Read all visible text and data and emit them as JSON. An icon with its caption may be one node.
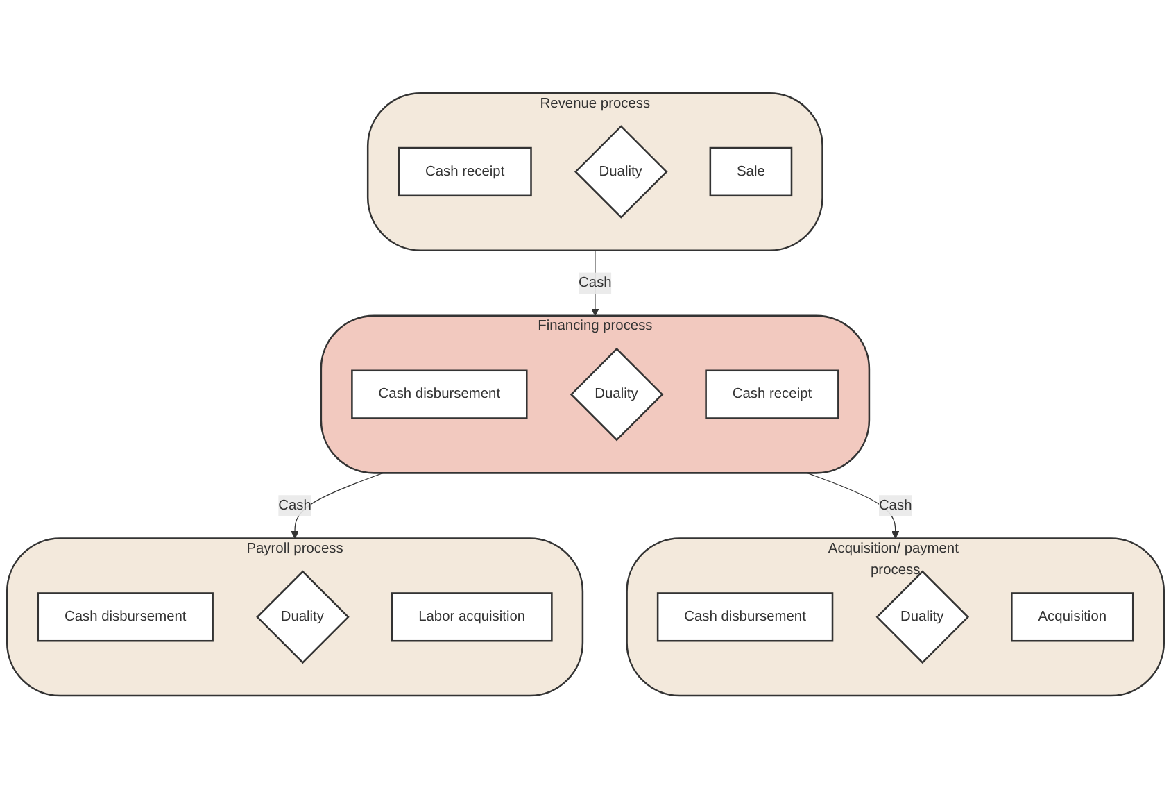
{
  "diagram": {
    "nodes": [
      {
        "text": [
          "Financing process"
        ]
      },
      {
        "text": [
          "Cash disbursement"
        ],
        "in": 0
      },
      {
        "text": [
          "Duality"
        ],
        "in": 0
      },
      {
        "text": [
          "Cash receipt"
        ],
        "in": 0
      },
      {
        "text": [
          "Revenue process"
        ]
      },
      {
        "text": [
          "Cash receipt"
        ],
        "in": 4
      },
      {
        "text": [
          "Duality"
        ],
        "in": 4
      },
      {
        "text": [
          "Sale"
        ],
        "in": 4
      },
      {
        "text": [
          "Payroll process"
        ]
      },
      {
        "text": [
          "Cash disbursement"
        ],
        "in": 8
      },
      {
        "text": [
          "Duality"
        ],
        "in": 8
      },
      {
        "text": [
          "Labor acquisition"
        ],
        "in": 8
      },
      {
        "text": [
          "Acquisition/ payment process"
        ]
      },
      {
        "text": [
          "Cash disbursement"
        ],
        "in": 12
      },
      {
        "text": [
          "Duality"
        ],
        "in": 12
      },
      {
        "text": [
          "Acquisition"
        ],
        "in": 12
      }
    ],
    "edges": [
      {
        "from": 4,
        "to": 0,
        "arrow": "to",
        "label": "Cash"
      },
      {
        "from": 0,
        "to": 8,
        "arrow": "to",
        "label": "Cash"
      },
      {
        "from": 0,
        "to": 12,
        "arrow": "to",
        "label": "Cash"
      }
    ]
  }
}
